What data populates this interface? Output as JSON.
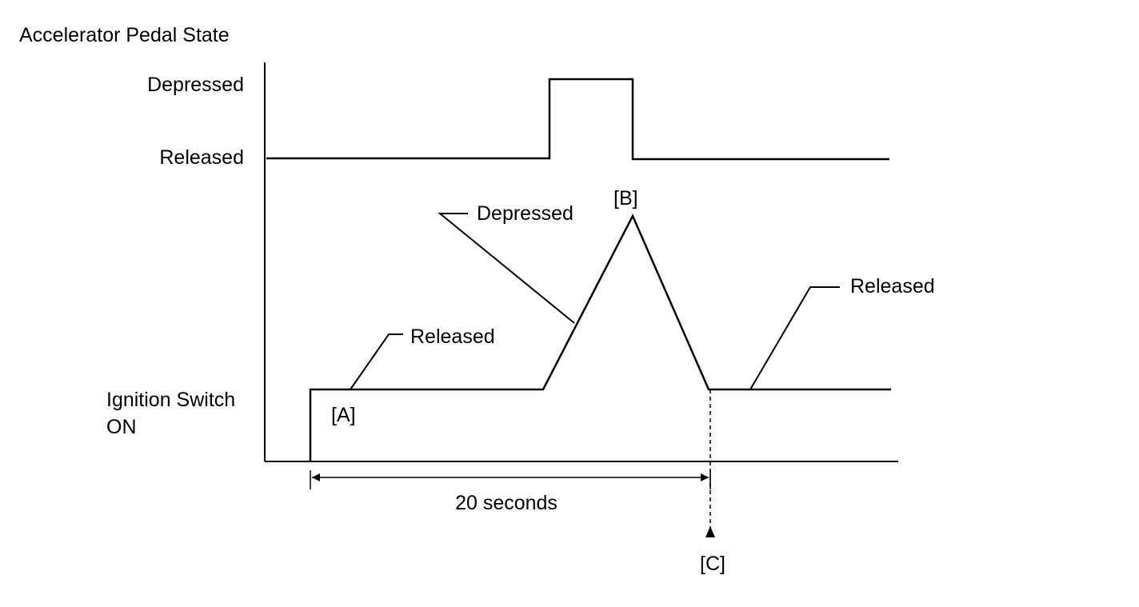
{
  "diagram": {
    "title": "Accelerator Pedal State",
    "state_labels": {
      "depressed": "Depressed",
      "released": "Released"
    },
    "ignition": {
      "line1": "Ignition Switch",
      "line2": "ON"
    },
    "callouts": {
      "released_1": "Released",
      "depressed": "Depressed",
      "released_2": "Released"
    },
    "points": {
      "a": "[A]",
      "b": "[B]",
      "c": "[C]"
    },
    "duration_label": "20 seconds",
    "line_color": "#000000"
  }
}
